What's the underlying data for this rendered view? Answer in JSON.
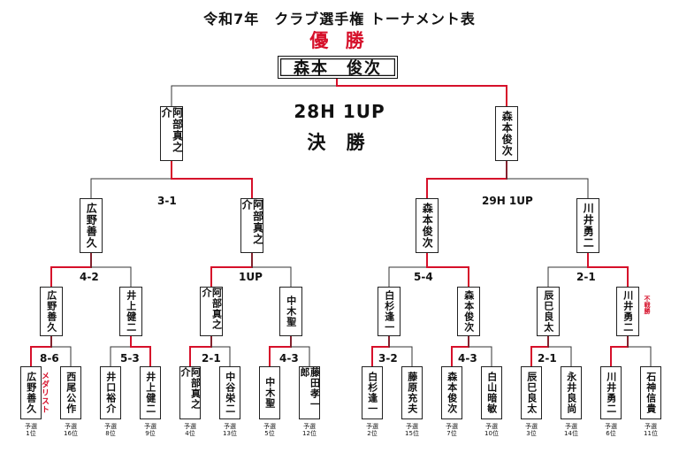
{
  "title": "令和7年　クラブ選手権 トーナメント表",
  "champion_label": "優 勝",
  "champion": "森本　俊次",
  "final": {
    "score": "28H 1UP",
    "label": "決 勝"
  },
  "semis": [
    {
      "winner": "阿部真之介",
      "score": "3-1"
    },
    {
      "winner": "森本俊次",
      "score": "29H 1UP"
    }
  ],
  "quarters": [
    {
      "winner": "広野善久",
      "score": "4-2"
    },
    {
      "winner": "阿部真之介",
      "score": "1UP"
    },
    {
      "winner": "森本俊次",
      "score": "5-4"
    },
    {
      "winner": "川井勇二",
      "score": "2-1"
    }
  ],
  "round2": [
    {
      "winner": "広野善久",
      "score": "8-6"
    },
    {
      "winner": "井上健二",
      "score": "5-3"
    },
    {
      "winner": "阿部真之介",
      "score": "2-1"
    },
    {
      "winner": "中木聖",
      "score": "4-3"
    },
    {
      "winner": "白杉逢一",
      "score": "3-2"
    },
    {
      "winner": "森本俊次",
      "score": "4-3"
    },
    {
      "winner": "辰巳良太",
      "score": "2-1"
    },
    {
      "winner": "川井勇二",
      "score": "不戦勝"
    }
  ],
  "entrants": [
    {
      "name": "広野善久",
      "seed": "予選\n1位"
    },
    {
      "name": "西尾公作",
      "seed": "予選\n16位"
    },
    {
      "name": "井口裕介",
      "seed": "予選\n8位"
    },
    {
      "name": "井上健二",
      "seed": "予選\n9位"
    },
    {
      "name": "阿部真之介",
      "seed": "予選\n4位"
    },
    {
      "name": "中谷栄二",
      "seed": "予選\n13位"
    },
    {
      "name": "中木聖",
      "seed": "予選\n5位"
    },
    {
      "name": "藤田孝一郎",
      "seed": "予選\n12位"
    },
    {
      "name": "白杉逢一",
      "seed": "予選\n2位"
    },
    {
      "name": "藤原充夫",
      "seed": "予選\n15位"
    },
    {
      "name": "森本俊次",
      "seed": "予選\n7位"
    },
    {
      "name": "白山暗敏",
      "seed": "予選\n10位"
    },
    {
      "name": "辰巳良太",
      "seed": "予選\n3位"
    },
    {
      "name": "永井良尚",
      "seed": "予選\n14位"
    },
    {
      "name": "川井勇二",
      "seed": "予選\n6位"
    },
    {
      "name": "石神信貴",
      "seed": "予選\n11位"
    }
  ],
  "medalist_note": "メダリスト",
  "colors": {
    "winner_line": "#d6102a",
    "line": "#333333",
    "accent": "#d6102a"
  }
}
